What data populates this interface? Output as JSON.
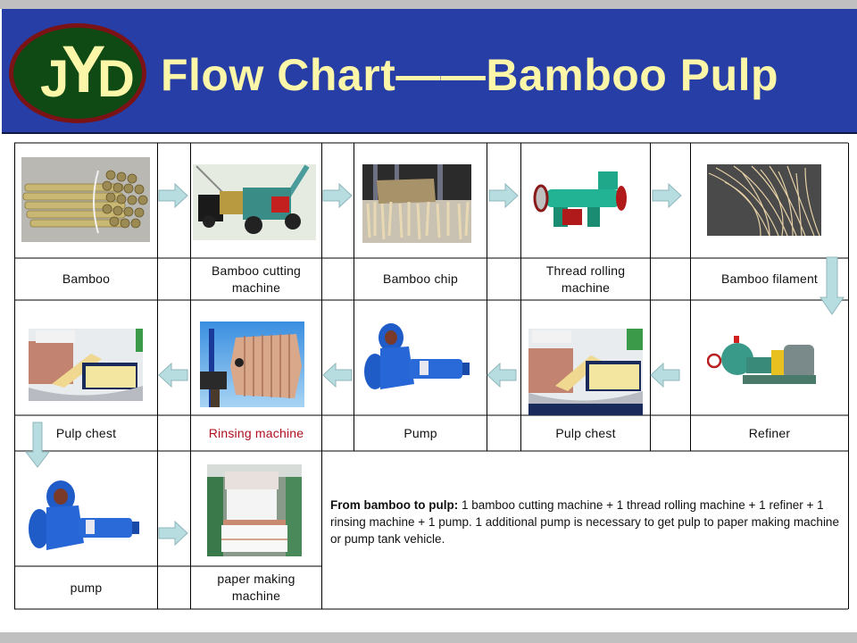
{
  "header": {
    "logo_letters": [
      "J",
      "Y",
      "D"
    ],
    "title": "Flow Chart——Bamboo Pulp",
    "colors": {
      "background": "#263ea6",
      "title_text": "#fbf6a8",
      "logo_fill": "#0f4a14",
      "logo_ring": "#7a1216"
    }
  },
  "flow": {
    "row1": [
      {
        "label": "Bamboo",
        "image": "bamboo-bundle"
      },
      {
        "label": "Bamboo cutting machine",
        "image": "bamboo-cutting-machine"
      },
      {
        "label": "Bamboo chip",
        "image": "bamboo-chips"
      },
      {
        "label": "Thread rolling machine",
        "image": "thread-rolling-machine"
      },
      {
        "label": "Bamboo filament",
        "image": "bamboo-filament"
      }
    ],
    "row2": [
      {
        "label": "Pulp chest",
        "image": "pulp-chest"
      },
      {
        "label": "Rinsing machine",
        "image": "rinsing-machine",
        "highlight": "#b01020"
      },
      {
        "label": "Pump",
        "image": "pump"
      },
      {
        "label": "Pulp chest",
        "image": "pulp-chest"
      },
      {
        "label": "Refiner",
        "image": "refiner"
      }
    ],
    "row3": [
      {
        "label": "pump",
        "image": "pump"
      },
      {
        "label": "paper making machine",
        "image": "paper-making-machine"
      }
    ],
    "arrow_color": "#b8dde0"
  },
  "note": {
    "bold": "From bamboo to pulp:",
    "text": " 1 bamboo cutting machine + 1 thread rolling machine + 1 refiner + 1 rinsing machine + 1 pump. 1 additional pump is necessary to get pulp to paper making machine or pump tank vehicle."
  }
}
